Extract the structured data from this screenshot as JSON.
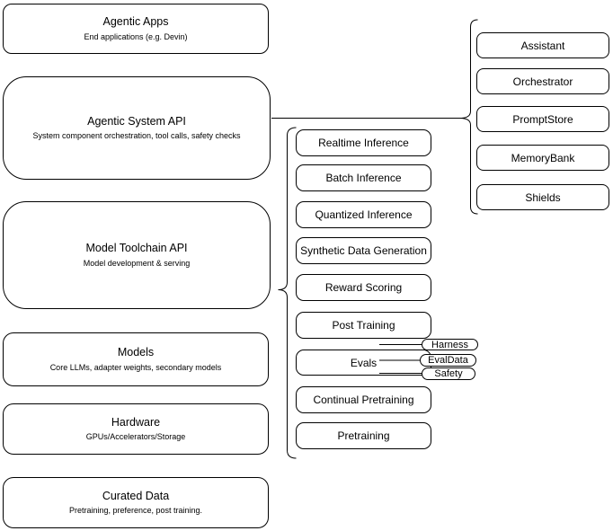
{
  "diagram": {
    "title": "Agentic stack architecture diagram",
    "colors": {
      "stroke": "#000000",
      "background": "#ffffff",
      "node_fill": "#ffffff",
      "text": "#000000"
    },
    "left_stack": {
      "items": [
        {
          "title": "Agentic Apps",
          "subtitle": "End applications (e.g. Devin)"
        },
        {
          "title": "Agentic System API",
          "subtitle": "System component orchestration, tool calls, safety checks"
        },
        {
          "title": "Model Toolchain API",
          "subtitle": "Model development & serving"
        },
        {
          "title": "Models",
          "subtitle": "Core LLMs, adapter weights, secondary models"
        },
        {
          "title": "Hardware",
          "subtitle": "GPUs/Accelerators/Storage"
        },
        {
          "title": "Curated Data",
          "subtitle": "Pretraining, preference, post training."
        }
      ]
    },
    "toolchain_stack": {
      "items": [
        {
          "label": "Realtime Inference"
        },
        {
          "label": "Batch Inference"
        },
        {
          "label": "Quantized Inference"
        },
        {
          "label": "Synthetic Data Generation"
        },
        {
          "label": "Reward Scoring"
        },
        {
          "label": "Post Training"
        },
        {
          "label": "Evals"
        },
        {
          "label": "Continual Pretraining"
        },
        {
          "label": "Pretraining"
        }
      ]
    },
    "eval_tags": {
      "items": [
        {
          "label": "Harness"
        },
        {
          "label": "EvalData"
        },
        {
          "label": "Safety"
        }
      ]
    },
    "agentic_stack": {
      "items": [
        {
          "label": "Assistant"
        },
        {
          "label": "Orchestrator"
        },
        {
          "label": "PromptStore"
        },
        {
          "label": "MemoryBank"
        },
        {
          "label": "Shields"
        }
      ]
    }
  }
}
